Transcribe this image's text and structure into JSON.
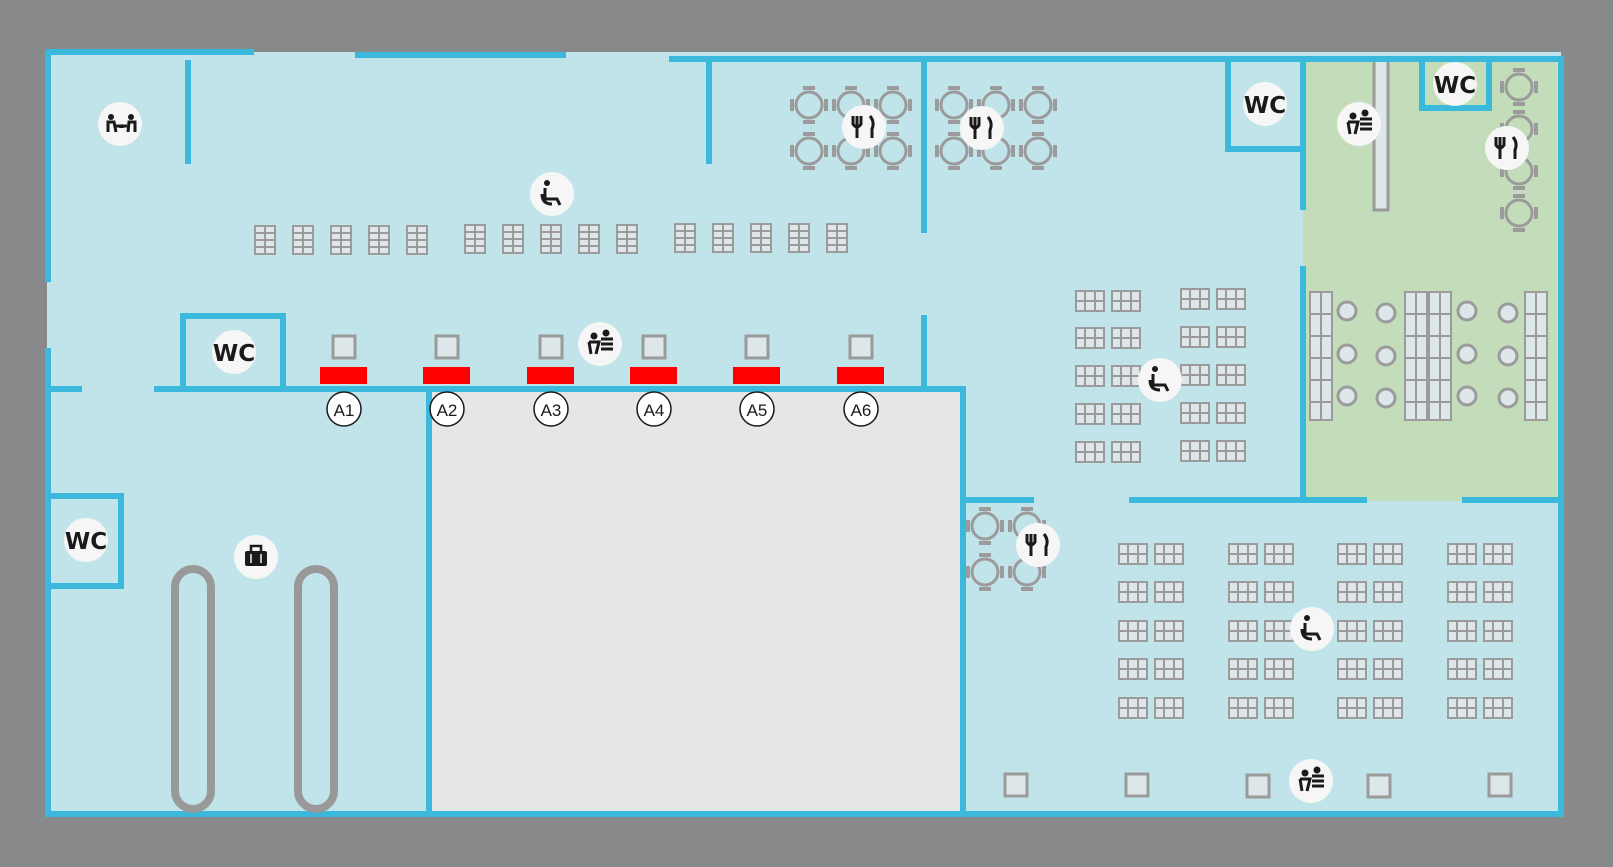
{
  "colors": {
    "background": "#88898b",
    "floor": "#c1e3ea",
    "wall": "#3bb9dc",
    "restricted_floor": "#e5e6e8",
    "green_zone_floor": "#c3ddbb",
    "furniture": "#9b9b9b",
    "gate_counter": "#ff0000",
    "icon_bg": "#f6f6f6",
    "icon": "#1a1a1a"
  },
  "gates": [
    {
      "label": "A1"
    },
    {
      "label": "A2"
    },
    {
      "label": "A3"
    },
    {
      "label": "A4"
    },
    {
      "label": "A5"
    },
    {
      "label": "A6"
    }
  ],
  "restrooms": [
    {
      "label": "WC"
    },
    {
      "label": "WC"
    },
    {
      "label": "WC"
    },
    {
      "label": "WC"
    }
  ],
  "icons": {
    "family_room": "family-icon",
    "lounge": "seating-icon",
    "restaurant": "restaurant-icon",
    "information": "info-desk-icon",
    "baggage": "baggage-icon"
  }
}
